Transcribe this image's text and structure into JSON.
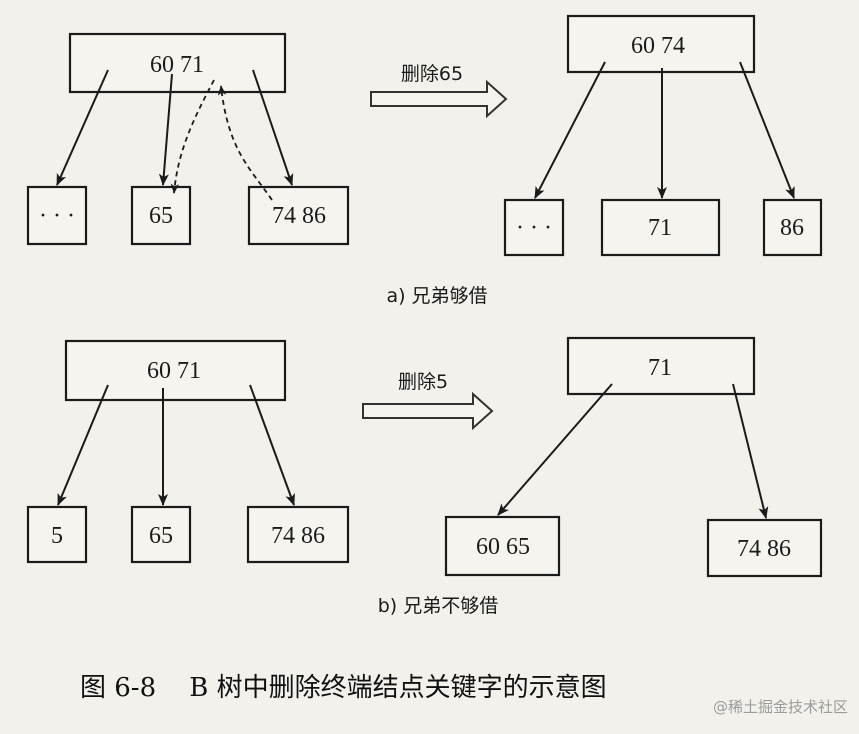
{
  "panel_a": {
    "before": {
      "root": "60  71",
      "children": [
        "· · ·",
        "65",
        "74  86"
      ]
    },
    "operation": "删除65",
    "after": {
      "root": "60   74",
      "children": [
        "· · ·",
        "71",
        "86"
      ]
    },
    "caption": "a) 兄弟够借"
  },
  "panel_b": {
    "before": {
      "root": "60  71",
      "children": [
        "5",
        "65",
        "74  86"
      ]
    },
    "operation": "删除5",
    "after": {
      "root": "71",
      "children": [
        "60     65",
        "74    86"
      ]
    },
    "caption": "b) 兄弟不够借"
  },
  "figure_caption": "图 6-8    B 树中删除终端结点关键字的示意图",
  "watermark": "@稀土掘金技术社区"
}
